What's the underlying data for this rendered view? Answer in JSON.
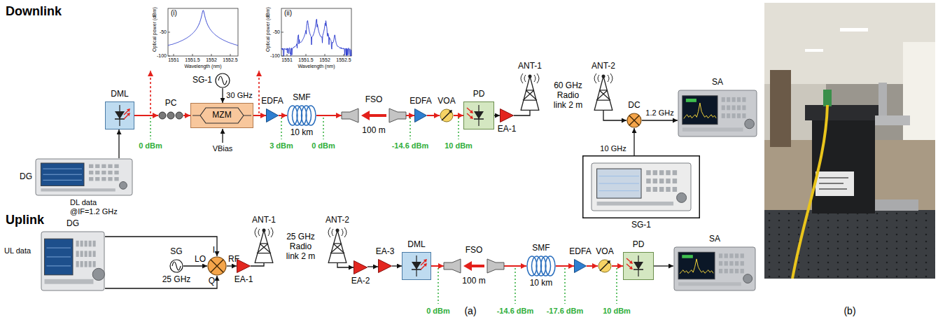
{
  "diagram": {
    "nodes": [
      {
        "text": [
          "DG"
        ]
      },
      {
        "text": [
          "DML"
        ]
      },
      {
        "text": [
          "PC"
        ]
      },
      {
        "text": [
          "SG-1"
        ]
      },
      {
        "text": [
          "MZM"
        ]
      },
      {
        "text": [
          "EDFA"
        ]
      },
      {
        "text": [
          "SMF",
          "10 km"
        ]
      },
      {
        "text": [
          "FSO",
          "100 m"
        ]
      },
      {
        "text": [
          "EDFA"
        ]
      },
      {
        "text": [
          "VOA"
        ]
      },
      {
        "text": [
          "PD"
        ]
      },
      {
        "text": [
          "EA-1"
        ]
      },
      {
        "text": [
          "ANT-1"
        ]
      },
      {
        "text": [
          "ANT-2"
        ]
      },
      {
        "text": [
          "DC"
        ]
      },
      {
        "text": [
          "SA"
        ]
      },
      {
        "text": [
          "SG-1"
        ]
      },
      {
        "text": [
          "DG"
        ]
      },
      {
        "text": [
          "SG",
          "25 GHz"
        ]
      },
      {
        "text": [
          "I",
          "LO",
          "RF",
          "Q"
        ]
      },
      {
        "text": [
          "EA-1"
        ]
      },
      {
        "text": [
          "ANT-1"
        ]
      },
      {
        "text": [
          "ANT-2"
        ]
      },
      {
        "text": [
          "EA-2"
        ]
      },
      {
        "text": [
          "EA-3"
        ]
      },
      {
        "text": [
          "DML"
        ]
      },
      {
        "text": [
          "FSO",
          "100 m"
        ]
      },
      {
        "text": [
          "SMF",
          "10 km"
        ]
      },
      {
        "text": [
          "EDFA"
        ]
      },
      {
        "text": [
          "VOA"
        ]
      },
      {
        "text": [
          "PD"
        ]
      },
      {
        "text": [
          "SA"
        ]
      }
    ],
    "edges": [
      {
        "from": 0,
        "to": 1,
        "arrow": "to"
      },
      {
        "from": 1,
        "to": 2,
        "arrow": "to"
      },
      {
        "from": 2,
        "to": 4,
        "arrow": "to"
      },
      {
        "from": 3,
        "to": 4,
        "label": "30 GHz",
        "arrow": "to"
      },
      {
        "from": 4,
        "to": 5,
        "arrow": "to"
      },
      {
        "from": 5,
        "to": 6,
        "arrow": "to"
      },
      {
        "from": 6,
        "to": 7,
        "arrow": "to"
      },
      {
        "from": 7,
        "to": 8,
        "arrow": "to"
      },
      {
        "from": 8,
        "to": 9,
        "arrow": "to"
      },
      {
        "from": 9,
        "to": 10,
        "arrow": "to"
      },
      {
        "from": 10,
        "to": 11,
        "arrow": "to"
      },
      {
        "from": 11,
        "to": 12,
        "arrow": "none"
      },
      {
        "from": 13,
        "to": 14,
        "arrow": "to"
      },
      {
        "from": 16,
        "to": 14,
        "label": "10 GHz",
        "arrow": "to"
      },
      {
        "from": 14,
        "to": 15,
        "label": "1.2 GHz",
        "arrow": "to"
      },
      {
        "from": 17,
        "to": 19,
        "arrow": "to"
      },
      {
        "from": 17,
        "to": 19,
        "arrow": "to"
      },
      {
        "from": 18,
        "to": 19,
        "arrow": "to"
      },
      {
        "from": 19,
        "to": 20,
        "arrow": "to"
      },
      {
        "from": 20,
        "to": 21,
        "arrow": "none"
      },
      {
        "from": 22,
        "to": 23,
        "arrow": "to"
      },
      {
        "from": 23,
        "to": 24,
        "arrow": "to"
      },
      {
        "from": 24,
        "to": 25,
        "arrow": "to"
      },
      {
        "from": 25,
        "to": 26,
        "arrow": "to"
      },
      {
        "from": 26,
        "to": 27,
        "arrow": "to"
      },
      {
        "from": 27,
        "to": 28,
        "arrow": "to"
      },
      {
        "from": 28,
        "to": 29,
        "arrow": "to"
      },
      {
        "from": 29,
        "to": 30,
        "arrow": "to"
      },
      {
        "from": 30,
        "to": 31,
        "arrow": "to"
      }
    ],
    "labels": [
      "Downlink",
      "(i)",
      "Optical power (dBm)",
      "-50",
      "-100",
      "1551",
      "1551.5",
      "1552",
      "1552.5",
      "Wavelength (nm)",
      "(ii)",
      "Optical power (dBm)",
      "-50",
      "-100",
      "1551",
      "1551.5",
      "1552",
      "1552.5",
      "Wavelength (nm)",
      "DL data @IF=1.2 GHz",
      "0 dBm",
      "VBias",
      "3 dBm",
      "0 dBm",
      "-14.6 dBm",
      "10 dBm",
      "60 GHz Radio link 2 m",
      "Uplink",
      "UL data",
      "25 GHz Radio link 2 m",
      "0 dBm",
      "-14.6 dBm",
      "-17.6 dBm",
      "10 dBm",
      "(a)",
      "(b)"
    ]
  }
}
